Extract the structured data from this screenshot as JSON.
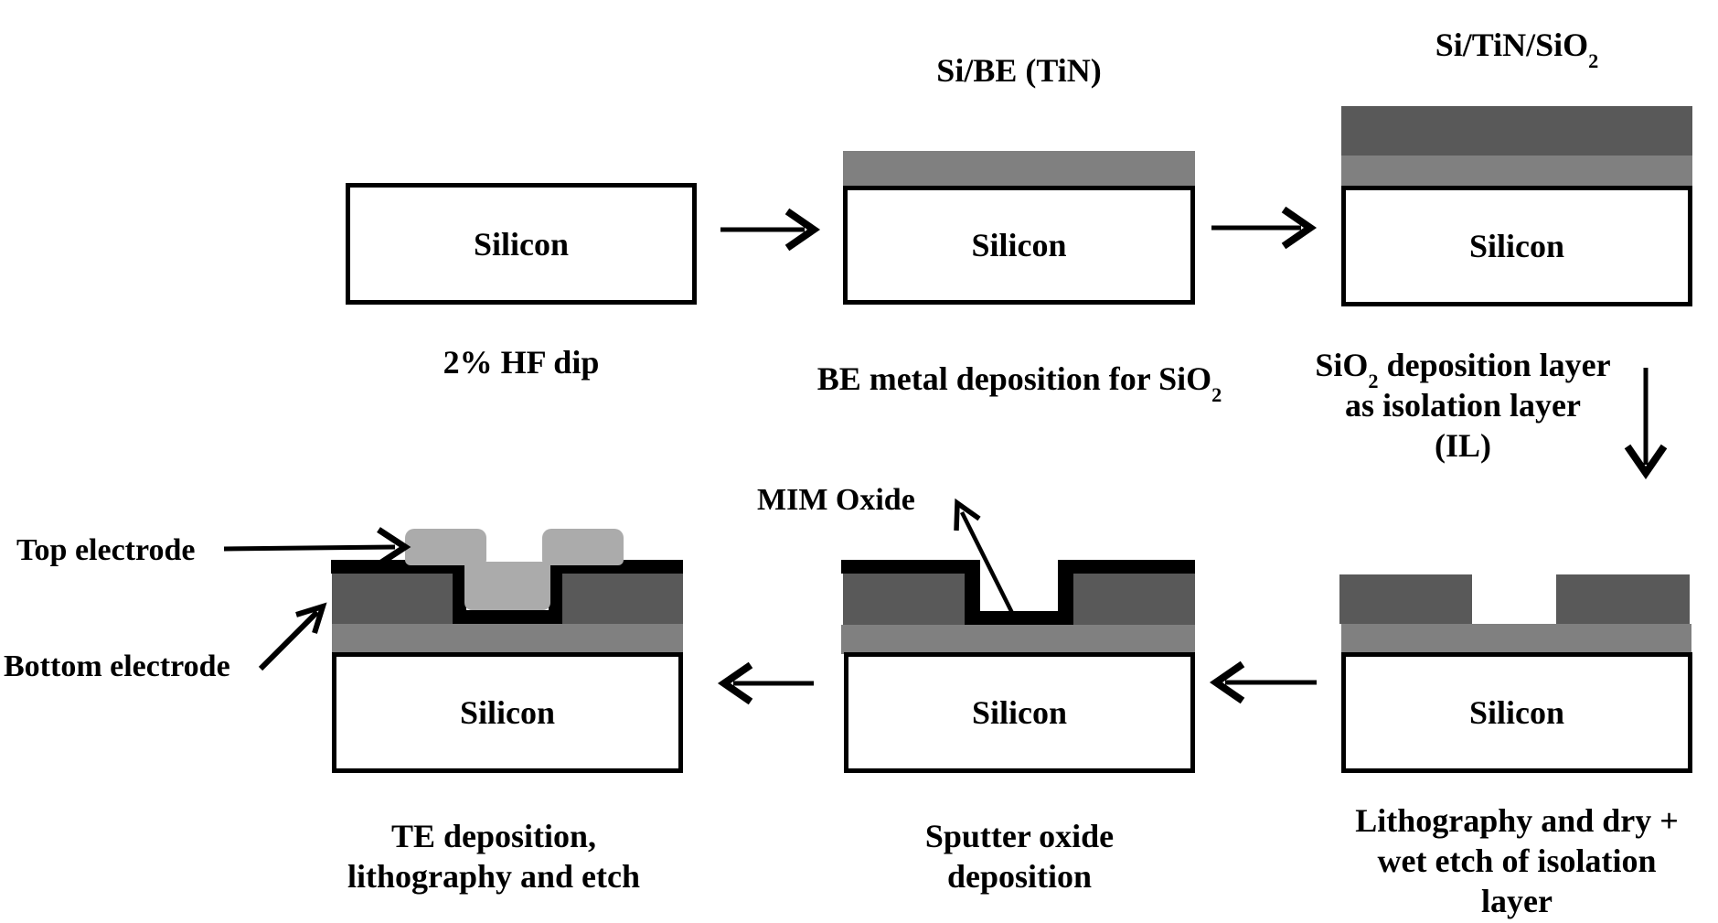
{
  "colors": {
    "background": "#ffffff",
    "silicon_fill": "#ffffff",
    "outline_black": "#000000",
    "be_tin_gray": "#808080",
    "isolation_dark_gray": "#595959",
    "mim_oxide_black": "#000000",
    "top_electrode_light_gray": "#ababab"
  },
  "steps": [
    {
      "substrate": "Silicon",
      "caption_line1": "2% HF dip"
    },
    {
      "title_pre": "Si/BE (TiN)",
      "substrate": "Silicon",
      "caption_line1_pre": "BE metal deposition for SiO",
      "caption_line1_sub": "2"
    },
    {
      "title_pre": "Si/TiN/SiO",
      "title_sub": "2",
      "substrate": "Silicon",
      "caption_line1_pre": "SiO",
      "caption_line1_sub": "2",
      "caption_line1_post": " deposition layer",
      "caption_line2": "as isolation layer",
      "caption_line3": "(IL)"
    },
    {
      "substrate": "Silicon",
      "caption_line1": "Lithography and dry +",
      "caption_line2": "wet etch of isolation",
      "caption_line3": "layer"
    },
    {
      "substrate": "Silicon",
      "annotation": "MIM Oxide",
      "caption_line1": "Sputter oxide",
      "caption_line2": "deposition"
    },
    {
      "substrate": "Silicon",
      "annotation_top": "Top electrode",
      "annotation_bottom": "Bottom electrode",
      "caption_line1": "TE deposition,",
      "caption_line2": "lithography and etch"
    }
  ]
}
